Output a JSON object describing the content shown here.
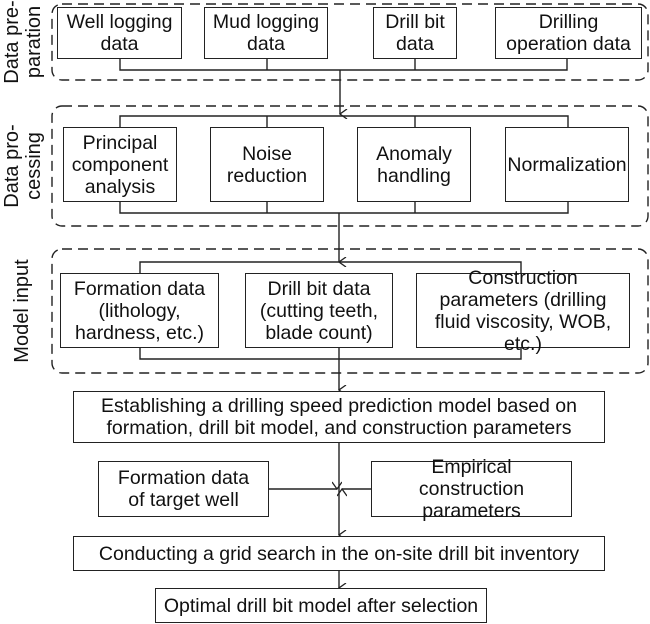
{
  "stages": [
    {
      "label_line1": "Data pre-",
      "label_line2": "paration",
      "boxes": [
        {
          "text": "Well logging data"
        },
        {
          "text": "Mud logging data"
        },
        {
          "text": "Drill bit data"
        },
        {
          "text": "Drilling operation data"
        }
      ]
    },
    {
      "label_line1": "Data pro-",
      "label_line2": "cessing",
      "boxes": [
        {
          "text": "Principal component analysis"
        },
        {
          "text": "Noise reduction"
        },
        {
          "text": "Anomaly handling"
        },
        {
          "text": "Normalization"
        }
      ]
    },
    {
      "label_line1": "Model input",
      "label_line2": "",
      "boxes": [
        {
          "text": "Formation data (lithology, hardness, etc.)"
        },
        {
          "text": "Drill bit data (cutting teeth, blade count)"
        },
        {
          "text": "Construction parameters (drilling fluid viscosity, WOB, etc.)"
        }
      ]
    }
  ],
  "steps": {
    "model_building": "Establishing a drilling speed prediction model based on formation, drill bit model, and construction parameters",
    "target_formation": "Formation data of target well",
    "empirical_params": "Empirical construction parameters",
    "grid_search": "Conducting a grid search in the on-site drill bit inventory",
    "result": "Optimal drill bit model after selection"
  }
}
